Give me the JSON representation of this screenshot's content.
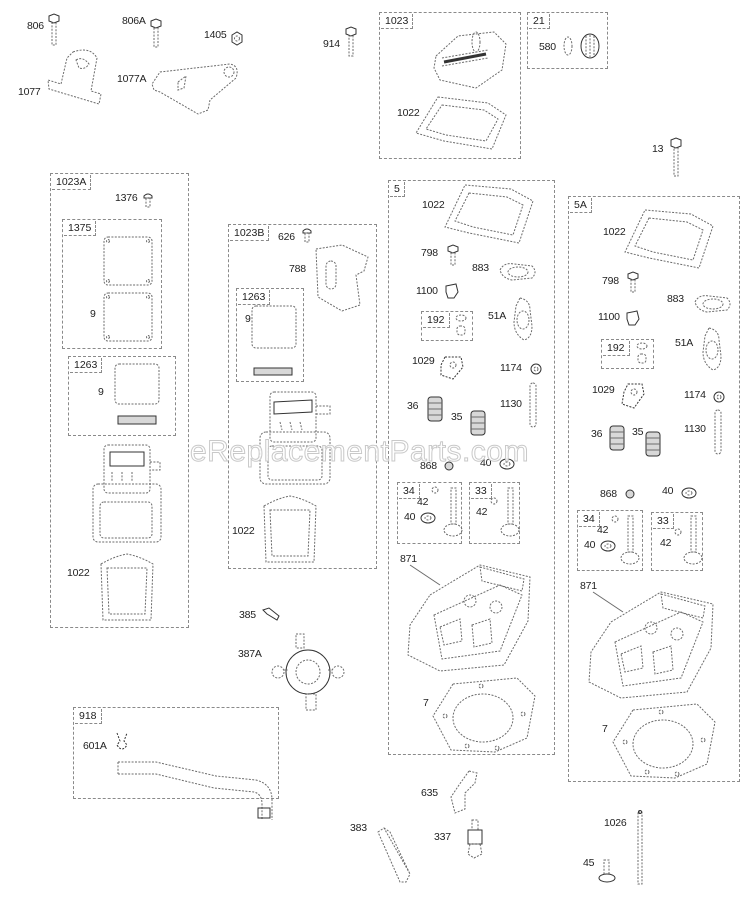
{
  "diagram": {
    "type": "exploded-parts-diagram",
    "watermark": "eReplacementParts.com",
    "loose_parts": [
      {
        "id": "806",
        "label": "806"
      },
      {
        "id": "806A",
        "label": "806A"
      },
      {
        "id": "1405",
        "label": "1405"
      },
      {
        "id": "914",
        "label": "914"
      },
      {
        "id": "1077",
        "label": "1077"
      },
      {
        "id": "1077A",
        "label": "1077A"
      },
      {
        "id": "13",
        "label": "13"
      },
      {
        "id": "385",
        "label": "385"
      },
      {
        "id": "387A",
        "label": "387A"
      },
      {
        "id": "635",
        "label": "635"
      },
      {
        "id": "383",
        "label": "383"
      },
      {
        "id": "337",
        "label": "337"
      },
      {
        "id": "1026",
        "label": "1026"
      },
      {
        "id": "45",
        "label": "45"
      }
    ],
    "groups": {
      "g1023": {
        "tag": "1023",
        "parts": {
          "p1022": "1022"
        }
      },
      "g21": {
        "tag": "21",
        "parts": {
          "p580": "580"
        }
      },
      "g1023A": {
        "tag": "1023A",
        "parts": {
          "p1376": "1376",
          "p1022": "1022"
        },
        "sub1375": {
          "tag": "1375",
          "parts": {
            "p9": "9"
          }
        },
        "sub1263": {
          "tag": "1263",
          "parts": {
            "p9": "9"
          }
        }
      },
      "g1023B": {
        "tag": "1023B",
        "parts": {
          "p626": "626",
          "p788": "788",
          "p1022": "1022"
        },
        "sub1263": {
          "tag": "1263",
          "parts": {
            "p9": "9"
          }
        }
      },
      "g5": {
        "tag": "5",
        "parts": {
          "p1022": "1022",
          "p798": "798",
          "p883": "883",
          "p1100": "1100",
          "p51A": "51A",
          "p1029": "1029",
          "p1174": "1174",
          "p36": "36",
          "p35": "35",
          "p1130": "1130",
          "p868": "868",
          "p40": "40",
          "p871": "871",
          "p7": "7"
        },
        "sub192": {
          "tag": "192"
        },
        "sub34": {
          "tag": "34",
          "parts": {
            "p42": "42",
            "p40": "40"
          }
        },
        "sub33": {
          "tag": "33",
          "parts": {
            "p42": "42"
          }
        }
      },
      "g5A": {
        "tag": "5A",
        "parts": {
          "p1022": "1022",
          "p798": "798",
          "p883": "883",
          "p1100": "1100",
          "p51A": "51A",
          "p1029": "1029",
          "p1174": "1174",
          "p36": "36",
          "p35": "35",
          "p1130": "1130",
          "p868": "868",
          "p40": "40",
          "p871": "871",
          "p7": "7"
        },
        "sub192": {
          "tag": "192"
        },
        "sub34": {
          "tag": "34",
          "parts": {
            "p42": "42",
            "p40": "40"
          }
        },
        "sub33": {
          "tag": "33",
          "parts": {
            "p42": "42"
          }
        }
      },
      "g918": {
        "tag": "918",
        "parts": {
          "p601A": "601A"
        }
      }
    }
  }
}
